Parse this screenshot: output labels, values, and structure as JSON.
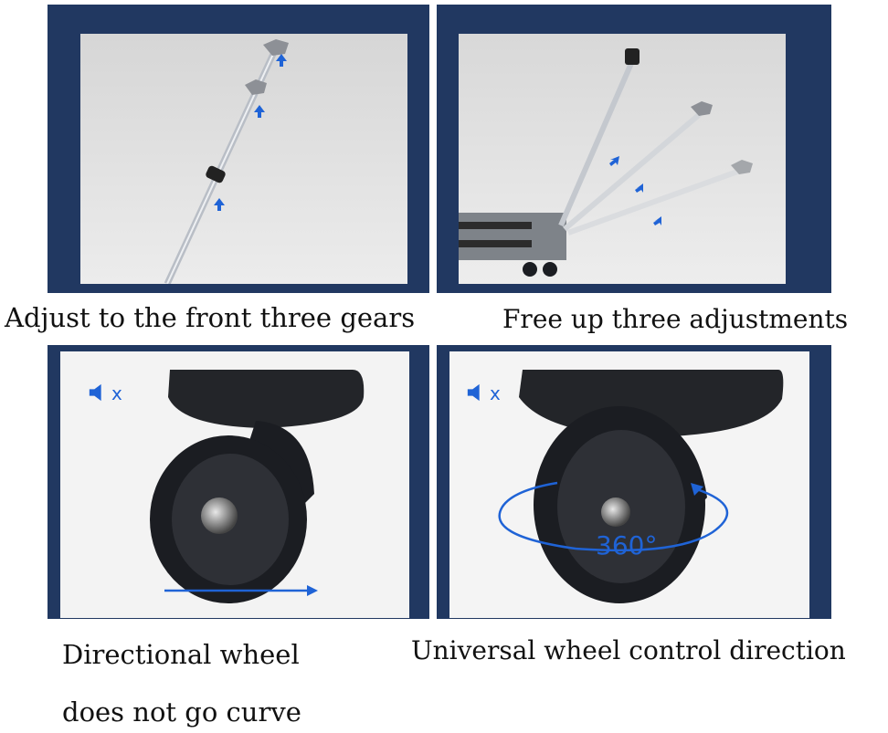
{
  "colors": {
    "frame": "#213861",
    "photo_bg_top": "#d9d9d9",
    "arrow": "#1f63d6",
    "tire": "#1b1d22",
    "pole": "#c9cdd3"
  },
  "panels": [
    {
      "caption": "Adjust to the front three gears",
      "icons": [
        "up-arrow-icon",
        "telescopic-handle-icon"
      ]
    },
    {
      "caption": "Free up three adjustments",
      "icons": [
        "up-arrow-icon",
        "trolley-handle-icon"
      ]
    },
    {
      "caption_lines": [
        "Directional wheel",
        "does not go curve"
      ],
      "mute_mark": "x",
      "icons": [
        "speaker-muted-icon",
        "right-arrow-icon",
        "caster-wheel-icon"
      ]
    },
    {
      "caption": "Universal wheel control direction",
      "mute_mark": "x",
      "rotation_label": "360°",
      "icons": [
        "speaker-muted-icon",
        "rotation-arrow-icon",
        "caster-wheel-icon"
      ]
    }
  ]
}
